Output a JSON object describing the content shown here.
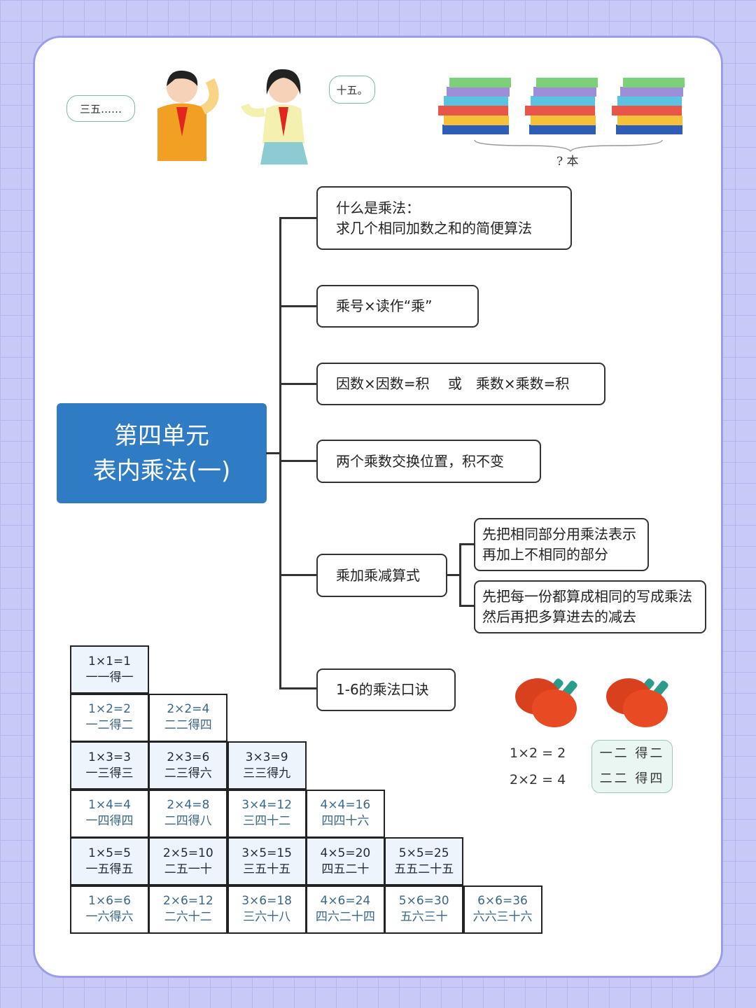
{
  "illustration": {
    "boy_speech": "三五……",
    "girl_speech": "十五。",
    "books_label": "? 本"
  },
  "root": {
    "line1": "第四单元",
    "line2": "表内乘法(一)"
  },
  "branches": [
    {
      "lines": [
        "什么是乘法：",
        "求几个相同加数之和的简便算法"
      ]
    },
    {
      "lines": [
        "乘号×读作“乘”"
      ]
    },
    {
      "lines": [
        "因数×因数=积　 或　乘数×乘数=积"
      ]
    },
    {
      "lines": [
        "两个乘数交换位置，积不变"
      ]
    },
    {
      "lines": [
        "乘加乘减算式"
      ],
      "children": [
        {
          "lines": [
            "先把相同部分用乘法表示",
            "再加上不相同的部分"
          ]
        },
        {
          "lines": [
            "先把每一份都算成相同的写成乘法",
            "然后再把多算进去的减去"
          ]
        }
      ]
    },
    {
      "lines": [
        "1-6的乘法口诀"
      ]
    }
  ],
  "example": {
    "eq1": "1×2 = 2",
    "eq2": "2×2 = 4",
    "rhyme1": "一二 得二",
    "rhyme2": "二二 得四"
  },
  "table": [
    [
      [
        "1×1=1",
        "一一得一"
      ]
    ],
    [
      [
        "1×2=2",
        "一二得二"
      ],
      [
        "2×2=4",
        "二二得四"
      ]
    ],
    [
      [
        "1×3=3",
        "一三得三"
      ],
      [
        "2×3=6",
        "二三得六"
      ],
      [
        "3×3=9",
        "三三得九"
      ]
    ],
    [
      [
        "1×4=4",
        "一四得四"
      ],
      [
        "2×4=8",
        "二四得八"
      ],
      [
        "3×4=12",
        "三四十二"
      ],
      [
        "4×4=16",
        "四四十六"
      ]
    ],
    [
      [
        "1×5=5",
        "一五得五"
      ],
      [
        "2×5=10",
        "二五一十"
      ],
      [
        "3×5=15",
        "三五十五"
      ],
      [
        "4×5=20",
        "四五二十"
      ],
      [
        "5×5=25",
        "五五二十五"
      ]
    ],
    [
      [
        "1×6=6",
        "一六得六"
      ],
      [
        "2×6=12",
        "二六十二"
      ],
      [
        "3×6=18",
        "三六十八"
      ],
      [
        "4×6=24",
        "四六二十四"
      ],
      [
        "5×6=30",
        "五六三十"
      ],
      [
        "6×6=36",
        "六六三十六"
      ]
    ]
  ],
  "colors": {
    "root": "#2f7bc4",
    "background": "#c7c9f7"
  }
}
